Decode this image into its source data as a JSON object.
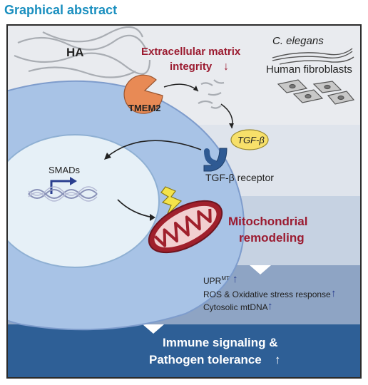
{
  "heading": "Graphical abstract",
  "labels": {
    "ha": "HA",
    "ecm_line1": "Extracellular matrix",
    "ecm_line2": "integrity",
    "ecm_arrow": "↓",
    "c_elegans": "C. elegans",
    "human_fibroblasts": "Human fibroblasts",
    "tmem2": "TMEM2",
    "tgf_beta": "TGF-β",
    "tgf_receptor": "TGF-β receptor",
    "smads": "SMADs",
    "mito_line1": "Mitochondrial",
    "mito_line2": "remodeling",
    "upr": "UPR",
    "upr_sup": "MT",
    "ros": "ROS & Oxidative stress response",
    "mtdna": "Cytosolic mtDNA",
    "up_arrow": "↑",
    "immune_line1": "Immune signaling &",
    "immune_line2": "Pathogen tolerance"
  },
  "colors": {
    "heading": "#1a8fbf",
    "dark_red": "#9b1b30",
    "navy": "#2a3f8f",
    "tmem2_orange": "#e88a55",
    "tgf_yellow": "#f7e06a",
    "bottom_band": "#2e5f96"
  }
}
